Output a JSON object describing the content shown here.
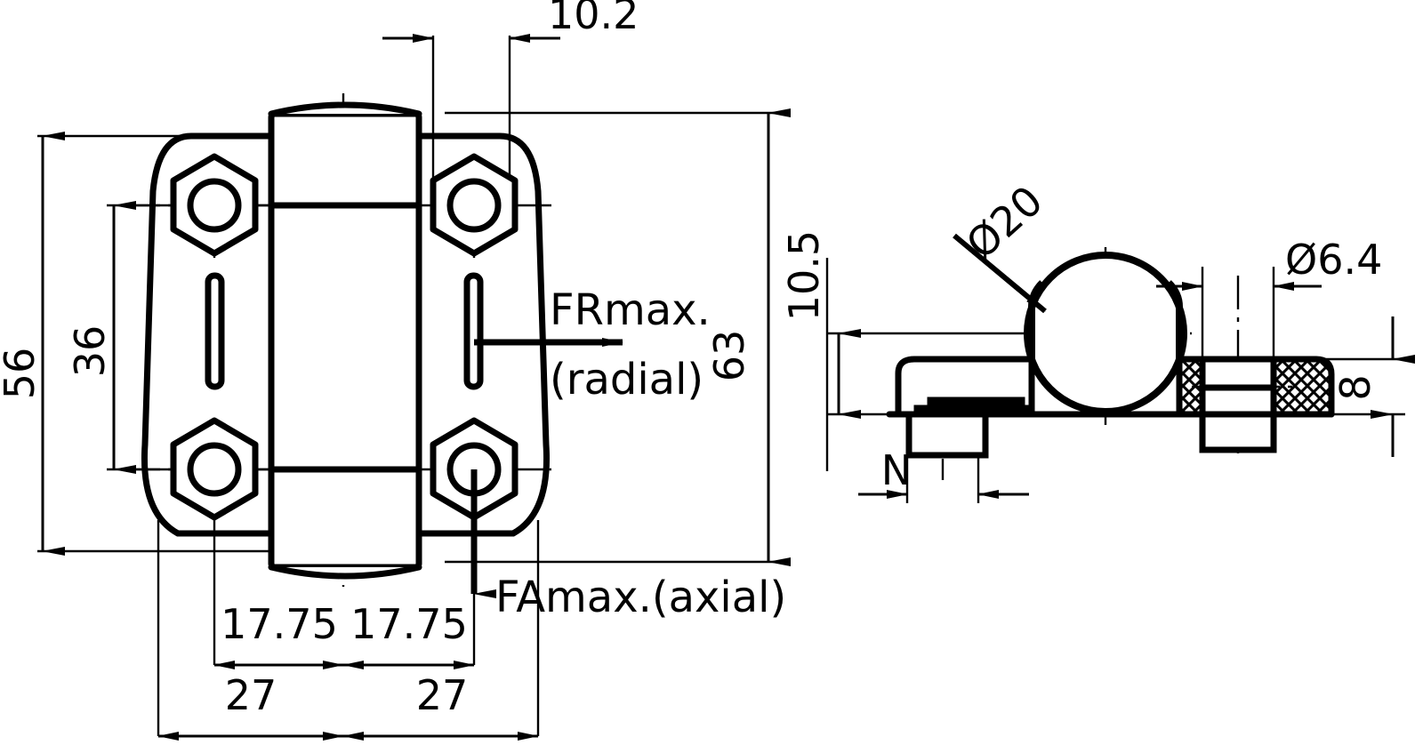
{
  "drawing": {
    "type": "engineering-technical-drawing",
    "subject": "Pillow block / shaft bearing bracket with hex bolts",
    "background_color": "#ffffff",
    "line_color": "#000000",
    "views": [
      {
        "name": "front-view",
        "position": "left"
      },
      {
        "name": "side-section-view",
        "position": "right"
      }
    ]
  },
  "front_view": {
    "dimensions": {
      "top_width": {
        "value": "10.2",
        "orientation": "horizontal"
      },
      "overall_height_left": {
        "value": "56",
        "orientation": "vertical-rotated"
      },
      "bolt_spacing_height": {
        "value": "36",
        "orientation": "vertical-rotated"
      },
      "overall_height_right": {
        "value": "63",
        "orientation": "vertical-rotated"
      },
      "half_width_left": {
        "value": "17.75",
        "orientation": "horizontal"
      },
      "half_width_right": {
        "value": "17.75",
        "orientation": "horizontal"
      },
      "base_left": {
        "value": "27",
        "orientation": "horizontal"
      },
      "base_right": {
        "value": "27",
        "orientation": "horizontal"
      }
    },
    "force_labels": {
      "radial_name": "FRmax.",
      "radial_qualifier": "(radial)",
      "axial": "FAmax.(axial)"
    }
  },
  "side_view": {
    "dimensions": {
      "shaft_center_height": {
        "value": "10.5",
        "orientation": "vertical-rotated"
      },
      "shaft_diameter": {
        "value": "Ø20",
        "orientation": "angled-leader"
      },
      "bolt_hole_diameter": {
        "value": "Ø6.4",
        "orientation": "horizontal"
      },
      "base_thickness": {
        "value": "8",
        "orientation": "vertical-rotated"
      },
      "slot_width": {
        "value": "N",
        "orientation": "horizontal"
      }
    }
  }
}
